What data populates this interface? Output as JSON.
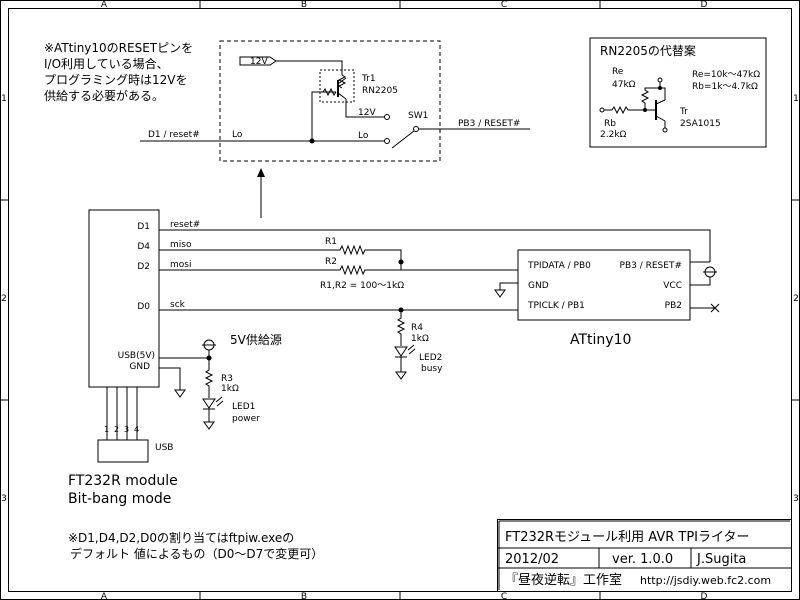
{
  "frame": {
    "cols": [
      "A",
      "B",
      "C",
      "D"
    ],
    "rows": [
      "1",
      "2",
      "3"
    ]
  },
  "notes": {
    "reset_note": [
      "※ATtiny10のRESETピンを",
      "I/O利用している場合、",
      "プログラミング時は12Vを",
      "供給する必要がある。"
    ],
    "assign_note": [
      "※D1,D4,D2,D0の割り当てはftpiw.exeの",
      "デフォルト 値によるもの（D0～D7で変更可）"
    ]
  },
  "inset": {
    "v12_flag": "12V",
    "tr_ref": "Tr1",
    "tr_part": "RN2205",
    "sw_12v": "12V",
    "sw_lo": "Lo",
    "sw_ref": "SW1",
    "lo_left": "Lo",
    "net_left": "D1 / reset#",
    "net_right": "PB3 / RESET#"
  },
  "alt": {
    "title": "RN2205の代替案",
    "re_label": "Re",
    "re_value": "47kΩ",
    "rb_label": "Rb",
    "rb_value": "2.2kΩ",
    "re_range": "Re=10k～47kΩ",
    "rb_range": "Rb=1k～4.7kΩ",
    "tr_label": "Tr",
    "tr_part": "2SA1015"
  },
  "ft232r": {
    "pins": [
      "D1",
      "D4",
      "D2",
      "D0",
      "USB(5V)",
      "GND"
    ],
    "signals": [
      "reset#",
      "miso",
      "mosi",
      "sck"
    ],
    "usb_pins": [
      "1",
      "2",
      "3",
      "4"
    ],
    "usb_label": "USB",
    "name": "FT232R module",
    "mode": "Bit-bang mode"
  },
  "resistors": {
    "r1": "R1",
    "r2": "R2",
    "r12_note": "R1,R2 = 100～1kΩ",
    "r3": "R3",
    "r3_value": "1kΩ",
    "r4": "R4",
    "r4_value": "1kΩ"
  },
  "leds": {
    "led1": "LED1",
    "led1_desc": "power",
    "led2": "LED2",
    "led2_desc": "busy"
  },
  "power_label": "5V供給源",
  "attiny": {
    "name": "ATtiny10",
    "pin_tpidata": "TPIDATA / PB0",
    "pin_gnd": "GND",
    "pin_tpiclk": "TPICLK / PB1",
    "pin_reset": "PB3 / RESET#",
    "pin_vcc": "VCC",
    "pin_pb2": "PB2"
  },
  "title_block": {
    "title": "FT232Rモジュール利用 AVR TPIライター",
    "date": "2012/02",
    "version": "ver. 1.0.0",
    "author": "J.Sugita",
    "org": "『昼夜逆転』工作室",
    "url": "http://jsdiy.web.fc2.com"
  }
}
